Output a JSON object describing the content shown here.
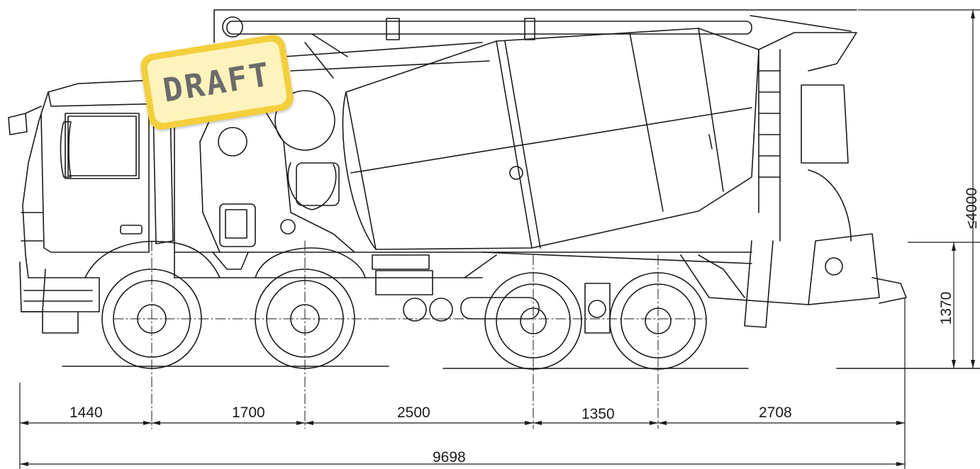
{
  "dimensions": {
    "front_overhang": "1440",
    "axle_1_2": "1700",
    "axle_2_3": "2500",
    "axle_3_4": "1350",
    "rear_overhang": "2708",
    "overall_length": "9698",
    "overall_height": "≤4000",
    "loading_height": "1370"
  },
  "stamp": {
    "text": "DRAFT"
  },
  "colors": {
    "line": "#1a1a1a",
    "stamp_border": "#f4cf3c",
    "stamp_fill": "#fff3bd",
    "stamp_text": "#6b6b6b"
  }
}
